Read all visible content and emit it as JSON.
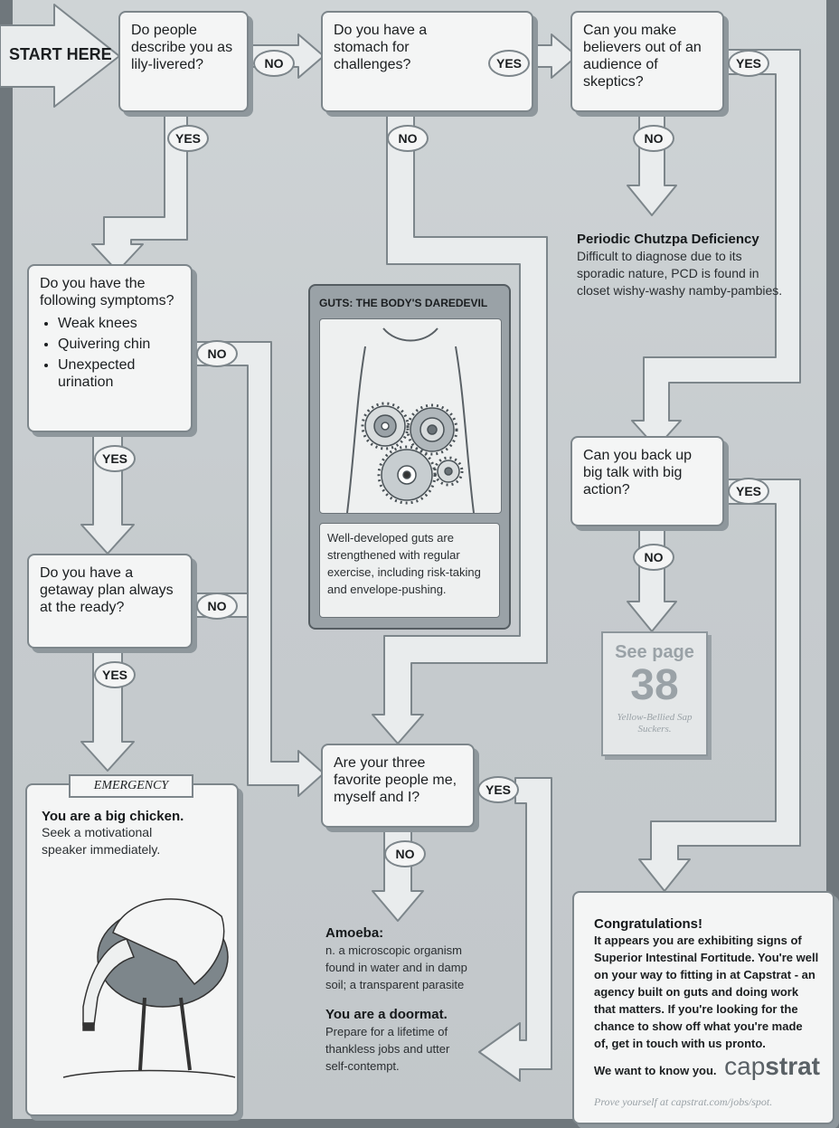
{
  "start_label": "START HERE",
  "q1": "Do people describe you as lily-livered?",
  "q2": "Do you have a stomach for challenges?",
  "q3": "Can you make believers out of an audience of skeptics?",
  "q4": {
    "intro": "Do you have the following symptoms?",
    "items": [
      "Weak knees",
      "Quivering chin",
      "Unexpected urination"
    ]
  },
  "q5": "Do you have a getaway plan always at the ready?",
  "q6": "Are your three favorite people me, myself and I?",
  "q7": "Can you back up big talk with big action?",
  "labels": {
    "yes": "YES",
    "no": "NO"
  },
  "guts": {
    "title": "GUTS: THE BODY'S DAREDEVIL",
    "caption": "Well-developed guts are strengthened with regular exercise, including risk-taking and envelope-pushing."
  },
  "pcd": {
    "title": "Periodic Chutzpa Deficiency",
    "body": "Difficult to diagnose due to its sporadic nature, PCD is found in closet wishy-washy namby-pambies."
  },
  "page_ref": {
    "see": "See page",
    "number": "38",
    "subtitle": "Yellow-Bellied Sap Suckers."
  },
  "emergency": {
    "tag": "EMERGENCY",
    "title": "You are a big chicken.",
    "body": "Seek a motivational speaker immediately."
  },
  "amoeba": {
    "title": "Amoeba:",
    "def": "n. a microscopic organism found in water and in damp soil; a transparent parasite",
    "title2": "You are a doormat.",
    "body2": "Prepare for a lifetime of thankless jobs and utter self-contempt."
  },
  "congrats": {
    "title": "Congratulations!",
    "body": "It appears you are exhibiting signs of Superior Intestinal Fortitude. You're well on your way to fitting in at Capstrat - an agency built on guts and doing work that matters. If you're looking for the chance to show off what you're made of, get in touch with us pronto.",
    "closing": "We want to know you.",
    "logo_cap": "cap",
    "logo_strat": "strat",
    "footer": "Prove yourself at capstrat.com/jobs/spot."
  }
}
